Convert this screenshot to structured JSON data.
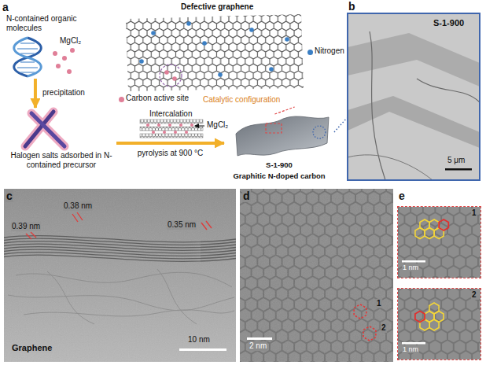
{
  "diagram": {
    "nodes": [
      {
        "text": [
          "N-contained organic molecules"
        ]
      },
      {
        "text": [
          "Halogen salts adsorbed in N-contained precursor"
        ]
      },
      {
        "text": [
          "Defective graphene",
          "Catalytic configuration"
        ]
      },
      {
        "text": [
          "S-1-900",
          "Graphitic N-doped carbon"
        ]
      },
      {
        "text": [
          "S-1-900",
          "5 μm"
        ]
      },
      {
        "text": [
          "1",
          "1 nm"
        ]
      },
      {
        "text": [
          "2",
          "1 nm"
        ]
      }
    ],
    "edges": [
      {
        "from": 0,
        "to": 1,
        "arrow": "to",
        "label": "precipitation"
      },
      {
        "from": 1,
        "to": 3,
        "arrow": "to",
        "label": "pyrolysis at 900 °C"
      },
      {
        "from": 3,
        "to": 2,
        "arrow": "none"
      },
      {
        "from": 3,
        "to": 4,
        "arrow": "none"
      }
    ],
    "labels": [
      "a",
      "MgCl₂",
      "Intercalation",
      "MgCl₂",
      "b",
      "c",
      "0.38 nm",
      "0.39 nm",
      "0.35 nm",
      "Graphene",
      "10 nm",
      "d",
      "2 nm",
      "1",
      "2",
      "e"
    ],
    "legend": [
      {
        "text": "Nitrogen",
        "color": "#3b7fc4"
      },
      {
        "text": "Carbon active site",
        "color": "#e07f98"
      }
    ]
  }
}
